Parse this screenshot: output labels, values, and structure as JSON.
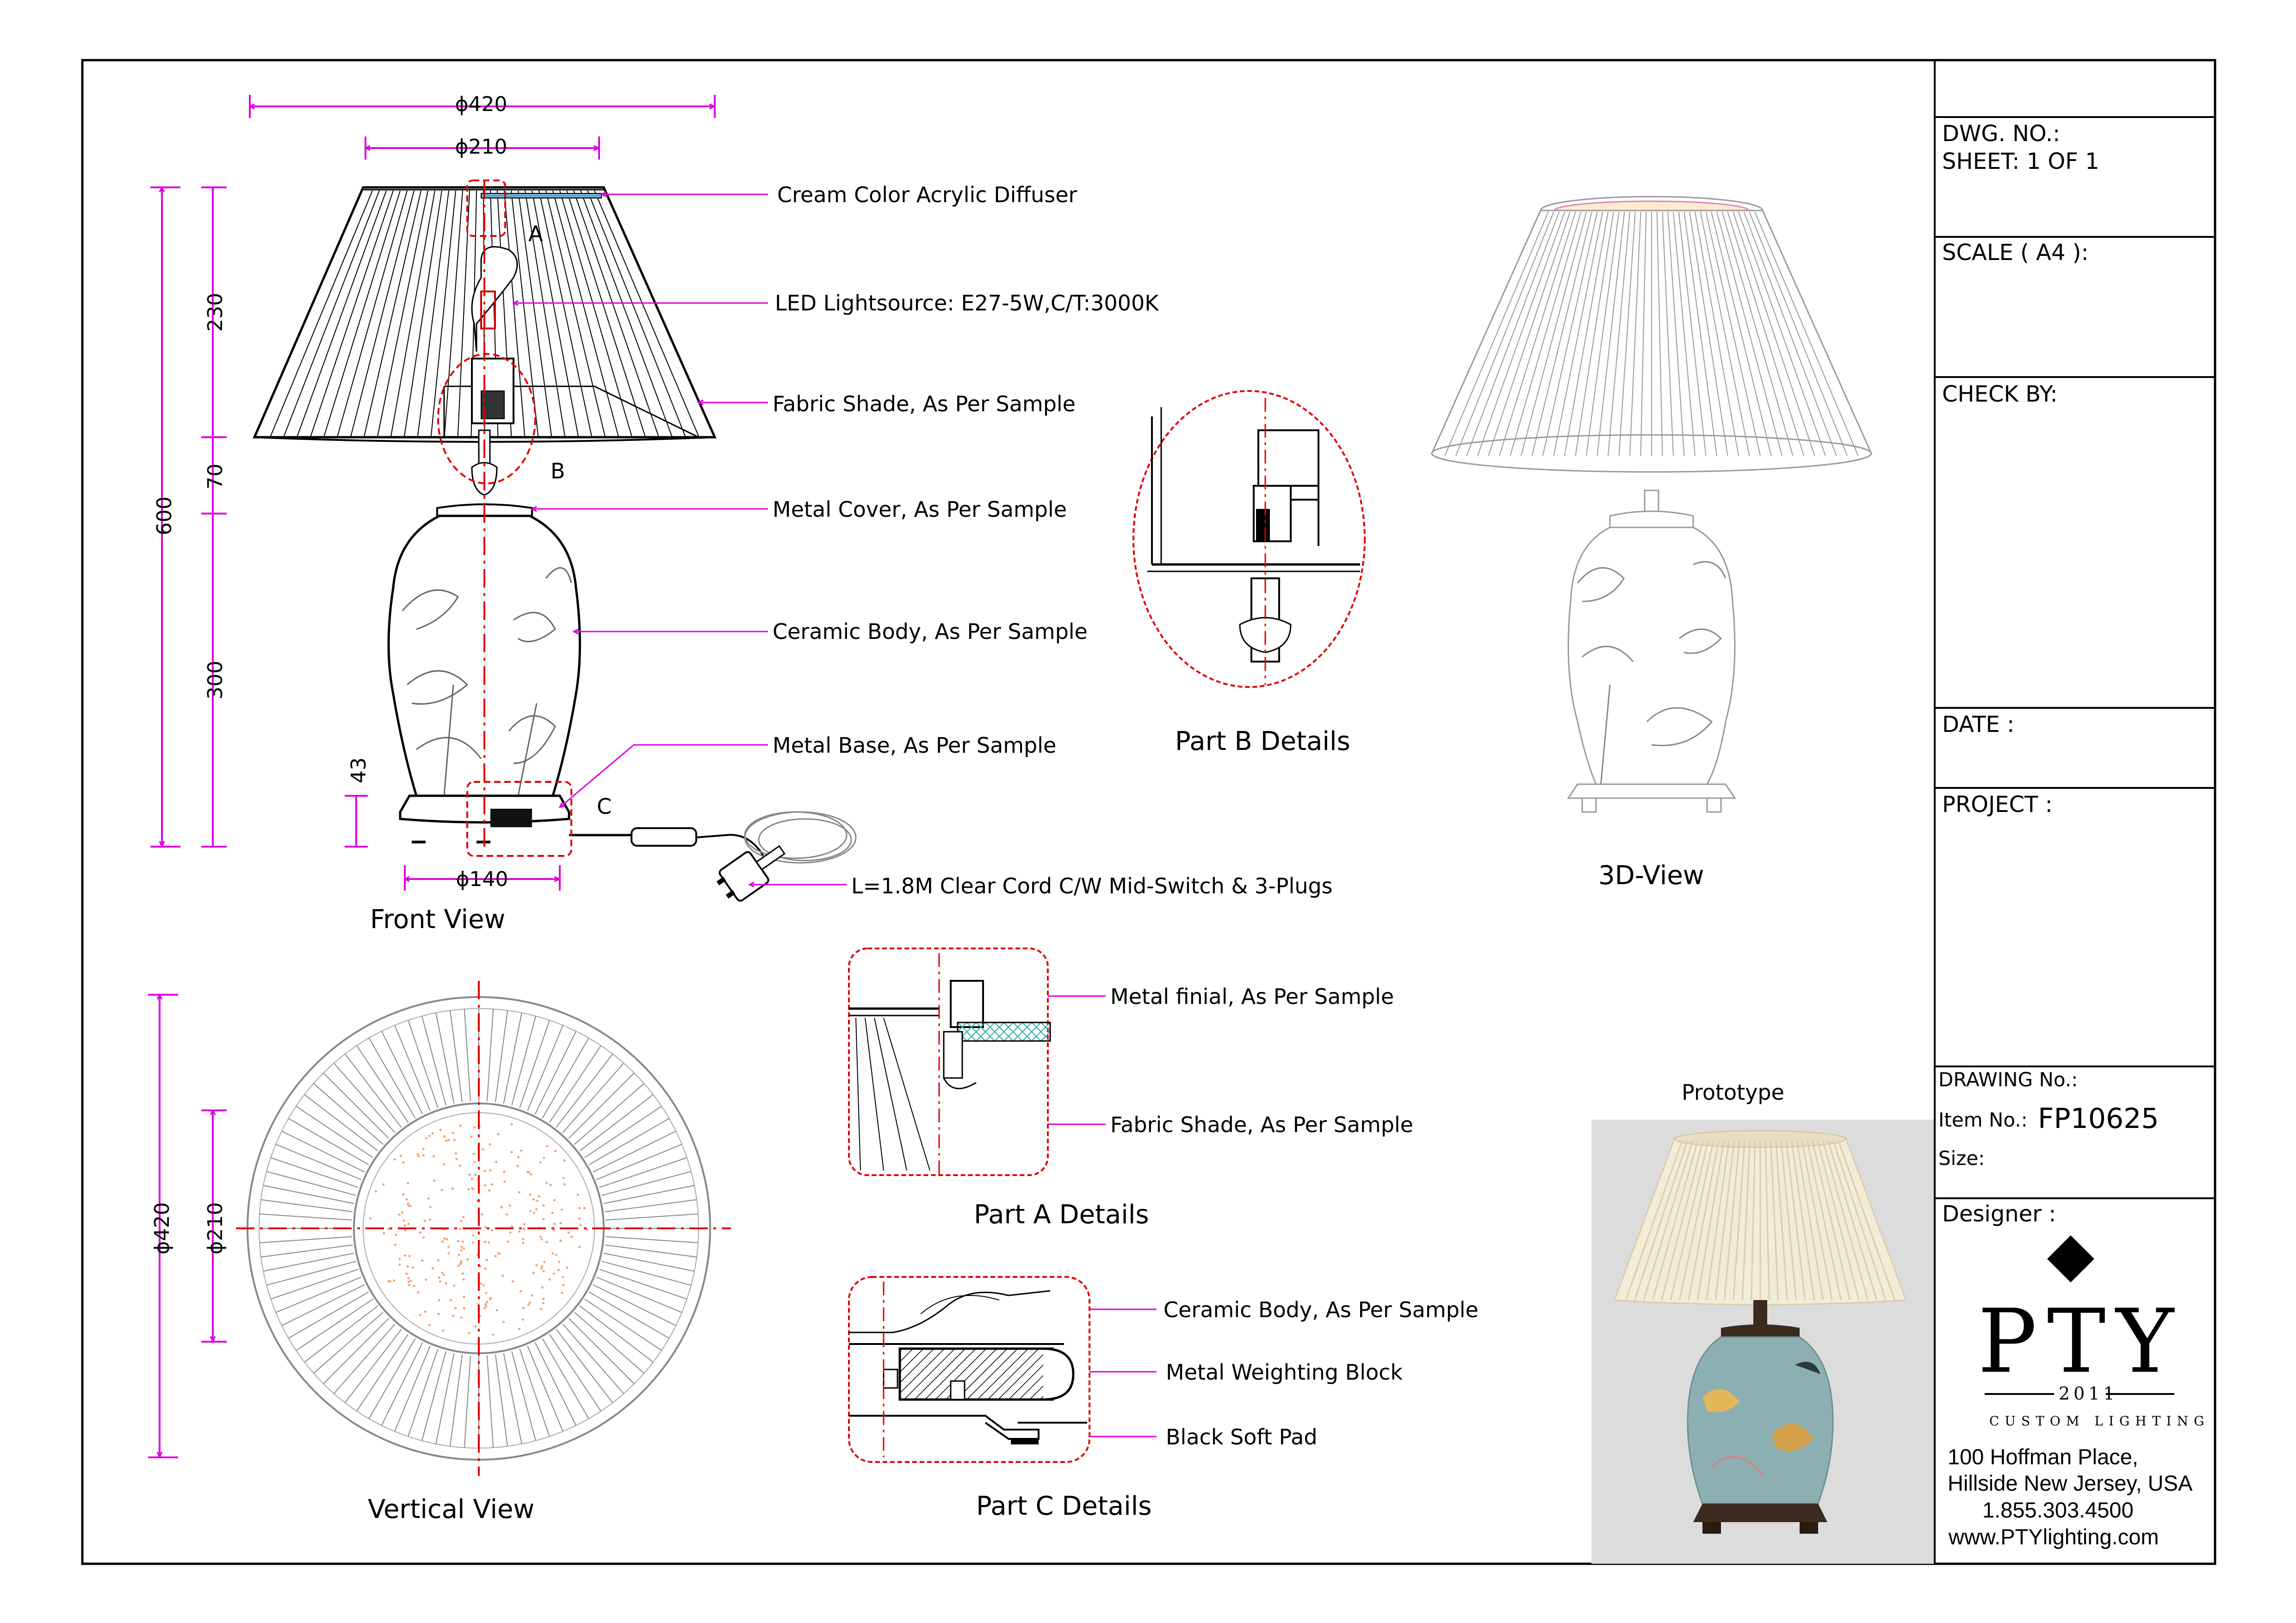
{
  "dimensions": {
    "top_dia_outer": "ϕ420",
    "top_dia_inner": "ϕ210",
    "height_total": "600",
    "height_shade": "230",
    "height_neck": "70",
    "height_body": "300",
    "height_base": "43",
    "base_dia": "ϕ140",
    "vert_outer": "ϕ420",
    "vert_inner": "ϕ210"
  },
  "front_view": {
    "title": "Front View",
    "marker_a": "A",
    "marker_b": "B",
    "marker_c": "C",
    "callouts": [
      "Cream Color Acrylic Diffuser",
      "LED Lightsource: E27-5W,C/T:3000K",
      "Fabric Shade, As Per Sample",
      "Metal Cover, As Per Sample",
      "Ceramic Body, As Per Sample",
      "Metal Base, As Per Sample",
      "L=1.8M Clear Cord C/W Mid-Switch & 3-Plugs"
    ]
  },
  "part_b": {
    "title": "Part B Details"
  },
  "view_3d": {
    "title": "3D-View"
  },
  "vertical_view": {
    "title": "Vertical View"
  },
  "part_a": {
    "title": "Part A Details",
    "callouts": [
      "Metal finial, As Per Sample",
      "Fabric Shade, As Per Sample"
    ]
  },
  "part_c": {
    "title": "Part C Details",
    "callouts": [
      "Ceramic Body, As Per Sample",
      "Metal Weighting Block",
      "Black Soft Pad"
    ]
  },
  "prototype": {
    "title": "Prototype"
  },
  "title_block": {
    "dwg_no": "DWG. NO.:",
    "sheet": "SHEET: 1 OF 1",
    "scale": "SCALE ( A4 ):",
    "check_by": "CHECK BY:",
    "date": "DATE :",
    "project": "PROJECT :",
    "drawing_no": "DRAWING No.:",
    "item_no_label": "Item No.:",
    "item_no_value": "FP10625",
    "size": "Size:",
    "designer": "Designer :"
  },
  "company": {
    "logo": "PTY",
    "year": "2011",
    "tagline": "CUSTOM LIGHTING",
    "address_1": "100 Hoffman Place,",
    "address_2": "Hillside New Jersey, USA",
    "phone": "1.855.303.4500",
    "web": "www.PTYlighting.com"
  },
  "colors": {
    "dimension": "#e000e0",
    "detail_outline": "#e00000",
    "line": "#000000",
    "ghost": "#9a9a9a"
  }
}
